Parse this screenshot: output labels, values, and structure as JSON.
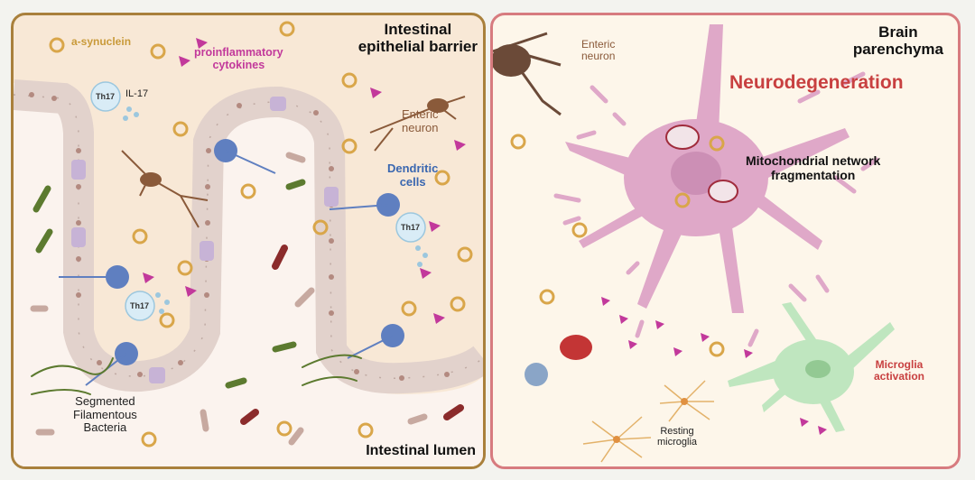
{
  "left_panel": {
    "title": "Intestinal\nepithelial barrier",
    "lumen_label": "Intestinal lumen",
    "legend_synuclein": "a-synuclein",
    "legend_cytokines": "proinflammatory\ncytokines",
    "th17": "Th17",
    "il17": "IL-17",
    "enteric_neuron": "Enteric\nneuron",
    "dendritic_cells": "Dendritic\ncells",
    "sfb": "Segmented\nFilamentous\nBacteria"
  },
  "right_panel": {
    "title": "Brain\nparenchyma",
    "enteric_neuron": "Enteric\nneuron",
    "neurodegeneration": "Neurodegeneration",
    "mito": "Mitochondrial network\nfragmentation",
    "microglia_activation": "Microglia\nactivation",
    "resting_microglia": "Resting\nmicroglia"
  },
  "colors": {
    "synuclein": "#d9a64a",
    "cytokine": "#c2399b",
    "dendritic": "#5f7fc0",
    "neuron": "#8a5a3a",
    "neuron_pink": "#dfa8c8",
    "microglia": "#bfe6bf",
    "brain_border": "#d77b7f",
    "gut_border": "#a9803c"
  }
}
